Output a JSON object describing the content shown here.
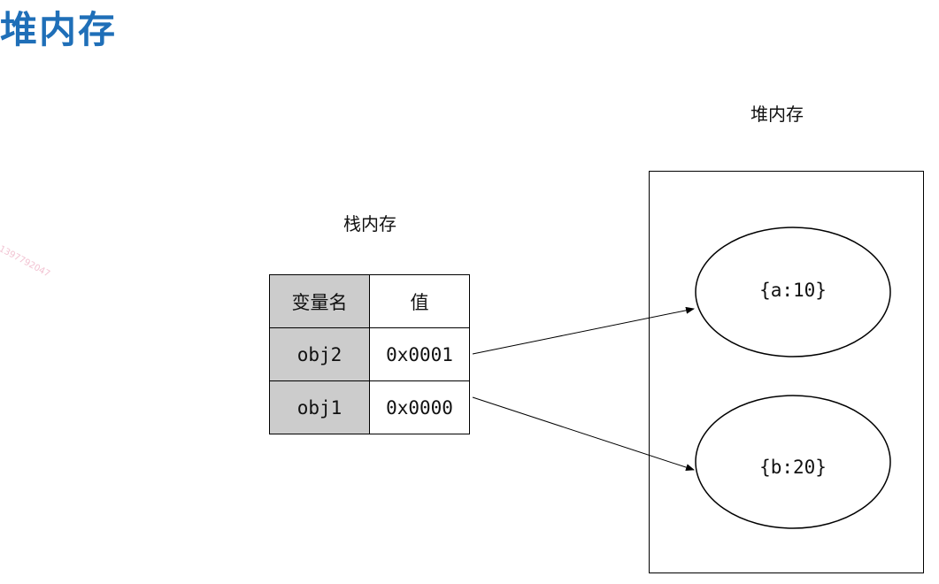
{
  "page": {
    "title": "堆内存"
  },
  "watermark": "1397792047",
  "stack": {
    "caption": "栈内存",
    "headers": {
      "name": "变量名",
      "value": "值"
    },
    "rows": [
      {
        "name": "obj2",
        "value": "0x0001"
      },
      {
        "name": "obj1",
        "value": "0x0000"
      }
    ]
  },
  "heap": {
    "caption": "堆内存",
    "objects": [
      {
        "label": "{a:10}"
      },
      {
        "label": "{b:20}"
      }
    ]
  },
  "colors": {
    "title": "#1f6fb8",
    "name_cell": "#cccccc",
    "watermark": "#f2c3d2"
  }
}
